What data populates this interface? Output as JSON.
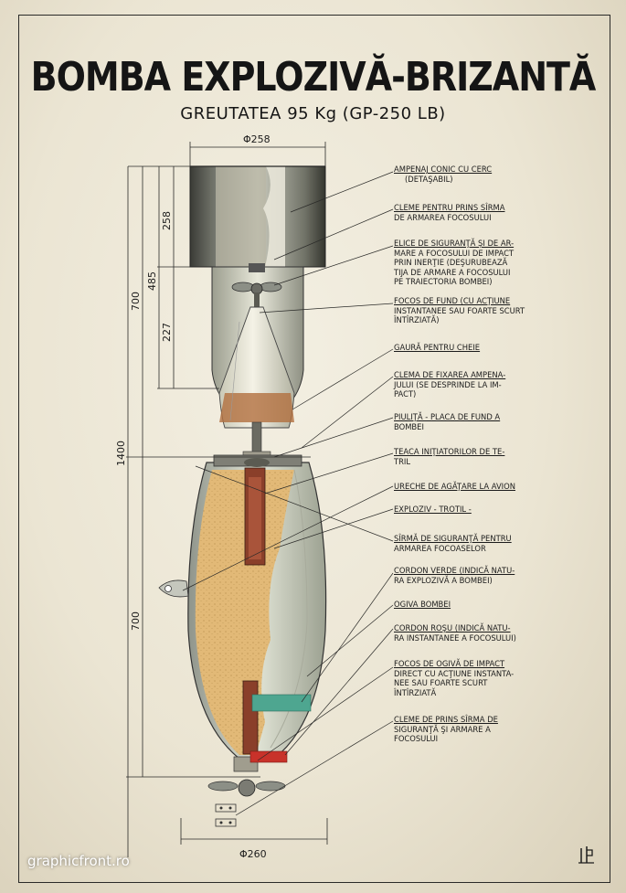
{
  "title": "BOMBA EXPLOZIVĂ-BRIZANTĂ",
  "subtitle": "GREUTATEA 95 Kg (GP-250 LB)",
  "dimensions": {
    "top_diameter": "Φ258",
    "bottom_diameter": "Φ260",
    "tail_height": "258",
    "tail_total": "485",
    "tail_cone": "227",
    "tail_length": "700",
    "total_length": "1400",
    "body_length": "700"
  },
  "labels": [
    {
      "lines": [
        "AMPENAJ CONIC CU CERC",
        "(DETAŞABIL)"
      ]
    },
    {
      "lines": [
        "CLEME PENTRU PRINS SÎRMA",
        "DE ARMAREA FOCOSULUI"
      ]
    },
    {
      "lines": [
        "ELICE DE SIGURANŢĂ ŞI DE AR-",
        "MARE A FOCOSULUI DE IMPACT",
        "PRIN INERŢIE (DEŞURUBEAZĂ",
        "TIJA DE ARMARE A FOCOSULUI",
        "PE TRAIECTORIA BOMBEI)"
      ]
    },
    {
      "lines": [
        "FOCOS DE FUND (CU ACŢIUNE",
        "INSTANTANEE SAU FOARTE SCURT",
        "ÎNTÎRZIATĂ)"
      ]
    },
    {
      "lines": [
        "GAURĂ PENTRU CHEIE"
      ]
    },
    {
      "lines": [
        "CLEMA DE FIXAREA AMPENA-",
        "JULUI (SE DESPRINDE LA IM-",
        "PACT)"
      ]
    },
    {
      "lines": [
        "PIULIŢĂ - PLACA DE FUND A",
        "BOMBEI"
      ]
    },
    {
      "lines": [
        "TEACA INIŢIATORILOR DE TE-",
        "TRIL"
      ]
    },
    {
      "lines": [
        "URECHE DE AGĂŢARE LA AVION"
      ]
    },
    {
      "lines": [
        "EXPLOZIV - TROTIL -"
      ]
    },
    {
      "lines": [
        "SÎRMĂ DE SIGURANŢĂ PENTRU",
        "ARMAREA FOCOASELOR"
      ]
    },
    {
      "lines": [
        "CORDON VERDE (INDICĂ NATU-",
        "RA EXPLOZIVĂ A BOMBEI)"
      ]
    },
    {
      "lines": [
        "OGIVA BOMBEI"
      ]
    },
    {
      "lines": [
        "CORDON ROŞU (INDICĂ NATU-",
        "RA INSTANTANEE A FOCOSULUI)"
      ]
    },
    {
      "lines": [
        "FOCOS DE OGIVĂ DE IMPACT",
        "DIRECT CU ACŢIUNE INSTANTA-",
        "NEE SAU FOARTE SCURT",
        "ÎNTÎRZIATĂ"
      ]
    },
    {
      "lines": [
        "CLEME DE PRINS SÎRMA DE",
        "SIGURANŢĂ ŞI ARMARE A",
        "FOCOSULUI"
      ]
    }
  ],
  "watermark": "graphicfront.ro",
  "colors": {
    "paper": "#efe9d8",
    "explosive": "#e2b977",
    "green_band": "#4ea690",
    "red_band": "#c8322a",
    "shell": "#b9bdb0",
    "ink": "#1c1c1c"
  }
}
